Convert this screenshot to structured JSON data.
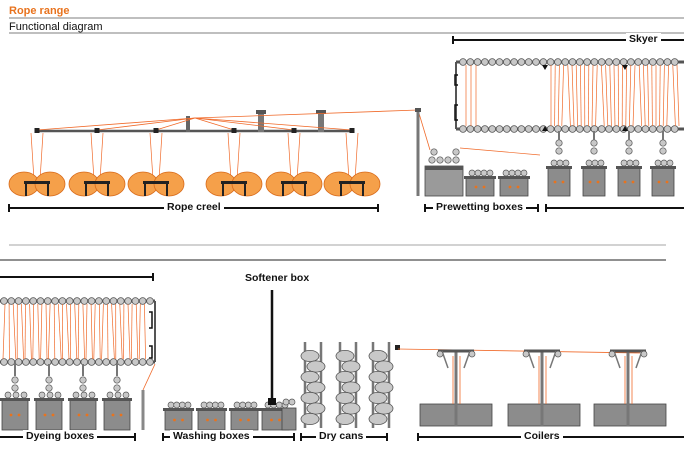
{
  "header": {
    "title": "Rope range",
    "subtitle": "Functional diagram"
  },
  "labels": {
    "skyer": "Skyer",
    "rope_creel": "Rope creel",
    "prewetting_boxes": "Prewetting boxes",
    "softener_box": "Softener box",
    "dyeing_boxes": "Dyeing boxes",
    "washing_boxes": "Washing boxes",
    "dry_cans": "Dry cans",
    "coilers": "Coilers"
  },
  "colors": {
    "accent": "#e8731e",
    "rope": "#f06a2a",
    "bobbin": "#f5a04a",
    "machine": "#8c8c8c",
    "machine_dark": "#555555",
    "roller": "#c8c8c8"
  }
}
